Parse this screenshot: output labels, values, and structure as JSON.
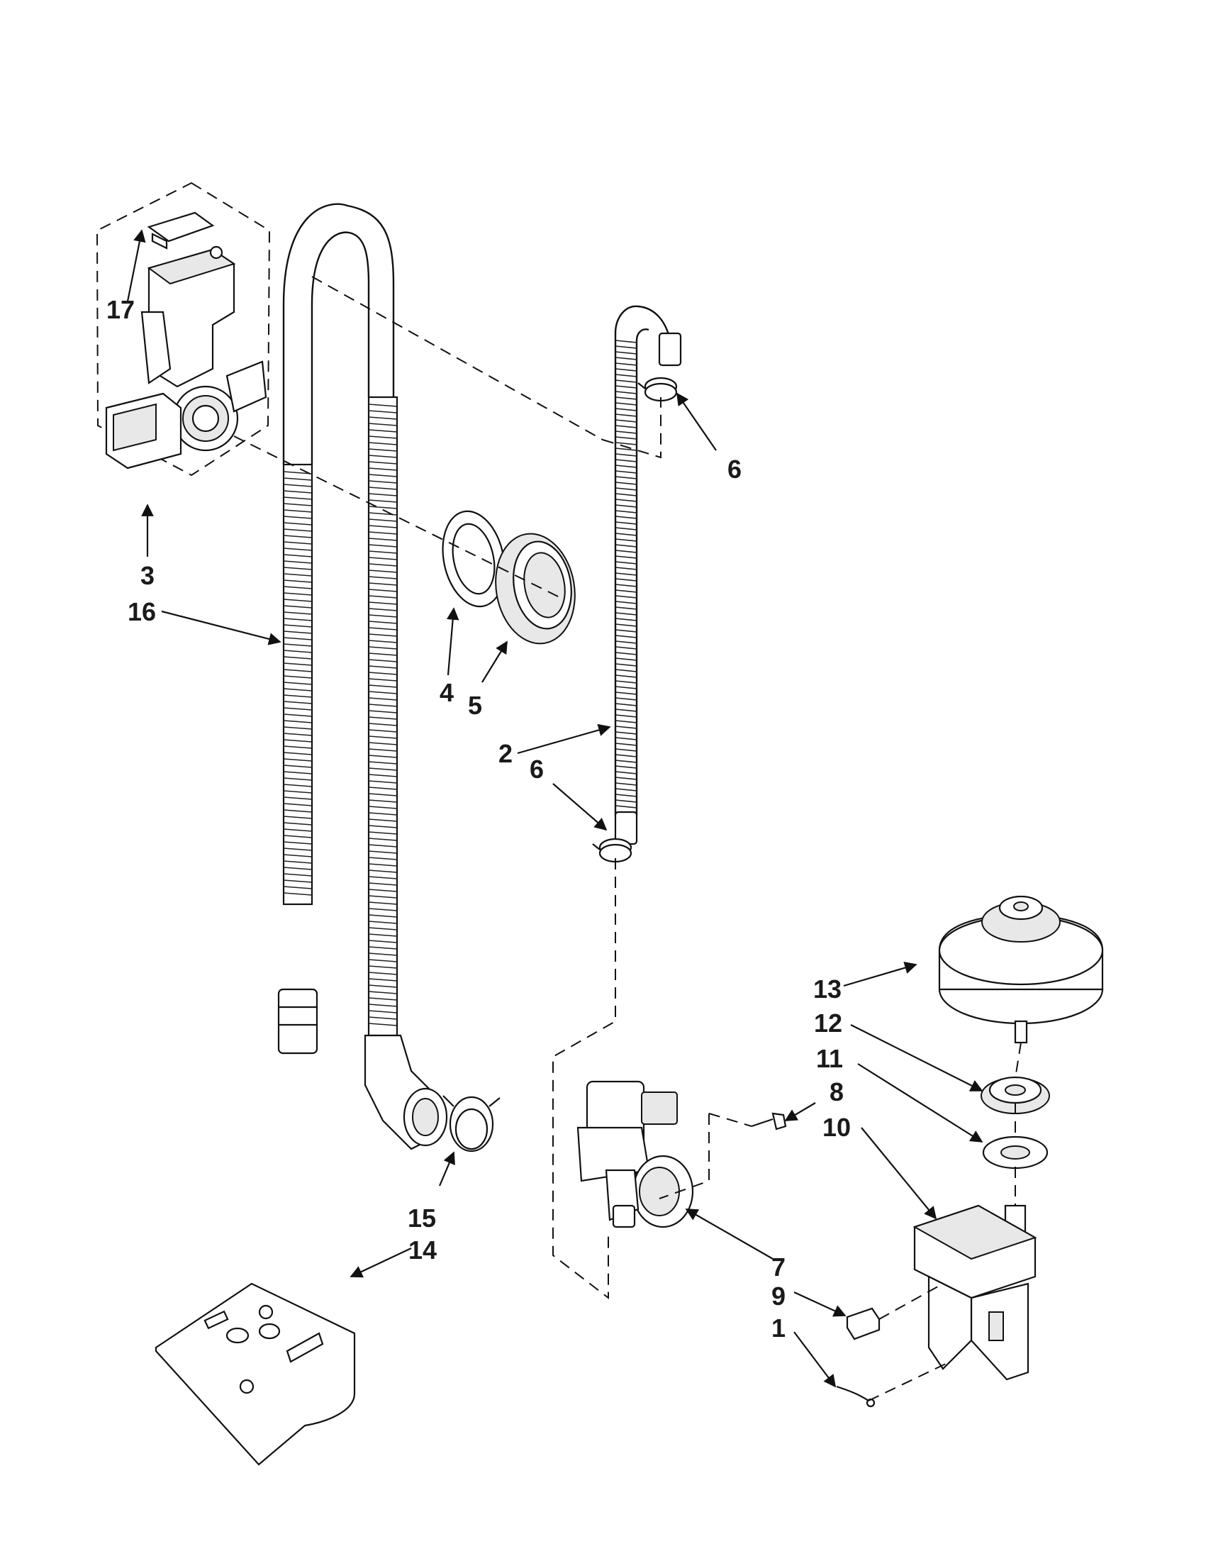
{
  "callouts": {
    "c1": "1",
    "c2": "2",
    "c3": "3",
    "c4": "4",
    "c5": "5",
    "c6a": "6",
    "c6b": "6",
    "c7": "7",
    "c8": "8",
    "c9": "9",
    "c10": "10",
    "c11": "11",
    "c12": "12",
    "c13": "13",
    "c14": "14",
    "c15": "15",
    "c16": "16",
    "c17": "17"
  },
  "colors": {
    "line": "#111111",
    "fill": "#ffffff",
    "shade": "#e8e8e8"
  }
}
